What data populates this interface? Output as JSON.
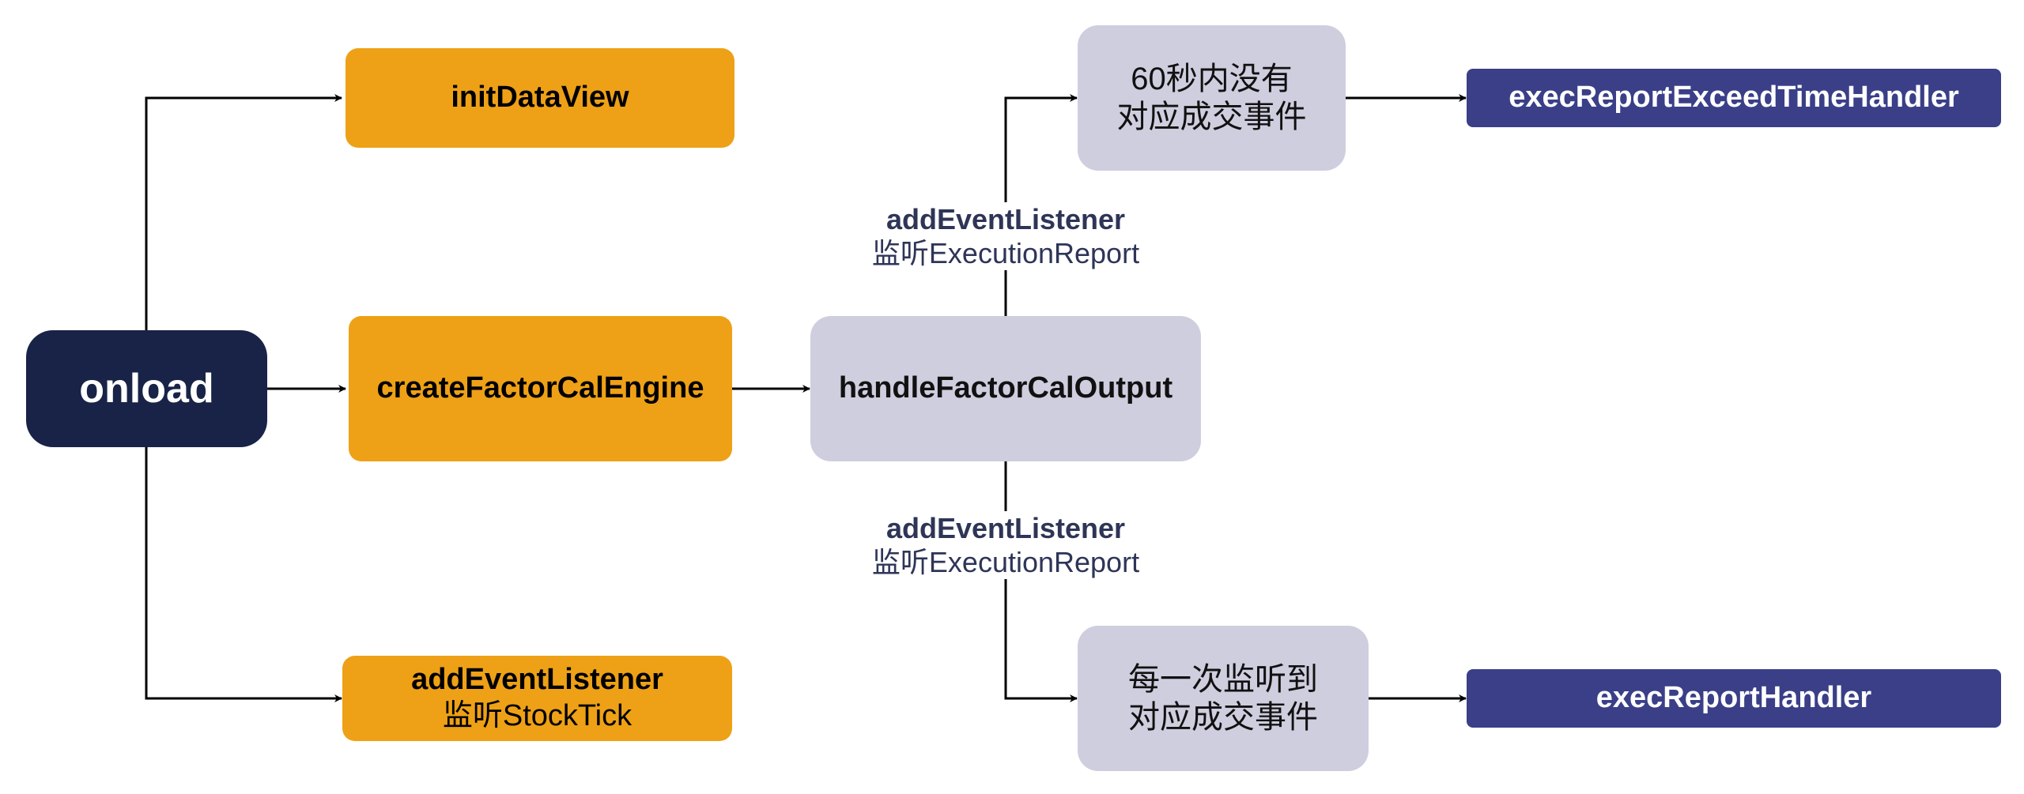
{
  "nodes": {
    "onload": "onload",
    "init_data_view": "initDataView",
    "create_engine": "createFactorCalEngine",
    "add_listener_tick": {
      "line1": "addEventListener",
      "line2": "监听StockTick"
    },
    "handle_output": "handleFactorCalOutput",
    "no_trade_60s": {
      "line1": "60秒内没有",
      "line2": "对应成交事件"
    },
    "each_trade": {
      "line1": "每一次监听到",
      "line2": "对应成交事件"
    },
    "exceed_handler": "execReportExceedTimeHandler",
    "report_handler": "execReportHandler"
  },
  "edge_labels": {
    "upper": {
      "line1": "addEventListener",
      "line2": "监听ExecutionReport"
    },
    "lower": {
      "line1": "addEventListener",
      "line2": "监听ExecutionReport"
    }
  },
  "colors": {
    "orange": "#eea116",
    "gray": "#cecedf",
    "navy": "#182347",
    "indigo": "#3a3f88",
    "edge": "#000000"
  }
}
